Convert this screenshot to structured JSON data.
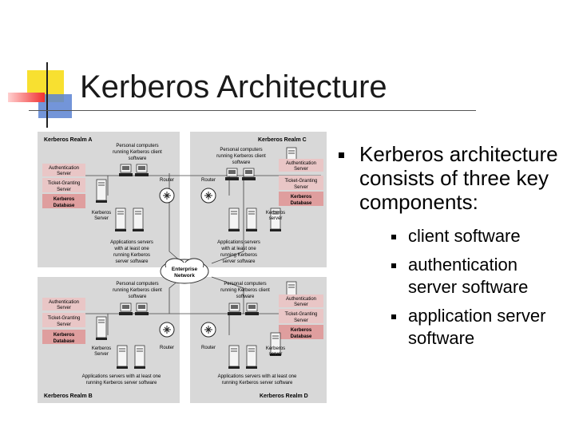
{
  "title": "Kerberos Architecture",
  "figure": {
    "realm_a": "Kerberos Realm A",
    "realm_b": "Kerberos Realm B",
    "realm_c": "Kerberos Realm C",
    "realm_d": "Kerberos Realm D",
    "pc_caption_l1": "Personal computers",
    "pc_caption_l2": "running Kerberos client",
    "pc_caption_l3": "software",
    "auth_l1": "Authentication",
    "auth_l2": "Server",
    "tgs_l1": "Ticket-Granting",
    "tgs_l2": "Server",
    "db_l1": "Kerberos",
    "db_l2": "Database",
    "ks_l1": "Kerberos",
    "ks_l2_a": "Server",
    "ks_l2_c": "server",
    "router": "Router",
    "app_l1": "Applications servers",
    "app_l2": "with at least one",
    "app_l3": "running Kerberos",
    "app_l4": "server software",
    "app_bottom_l1": "Applications servers with at least one",
    "app_bottom_l2": "running Kerberos server software",
    "enterprise_l1": "Enterprise",
    "enterprise_l2": "Network"
  },
  "bullets": {
    "main": "Kerberos architecture consists of three key components:",
    "sub": [
      "client software",
      "authentication server software",
      "application server software"
    ]
  },
  "colors": {
    "deco_yellow": "#f8e030",
    "deco_red": "#f03030",
    "deco_blue": "#5a82d2",
    "panel": "#d8d8d8",
    "server_label": "#e9c6c6",
    "database_label": "#df9e9e"
  }
}
